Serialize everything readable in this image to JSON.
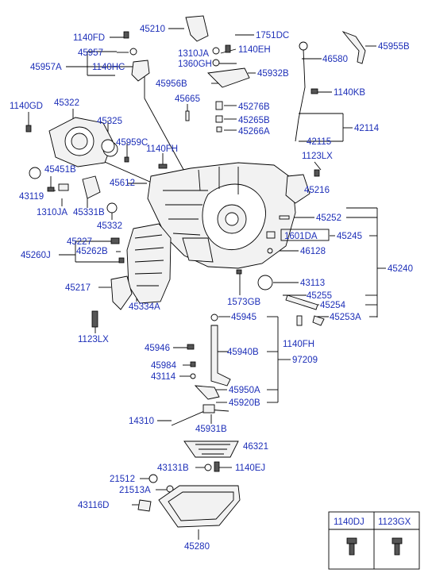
{
  "labels": {
    "l45210": "45210",
    "l1751DC": "1751DC",
    "l1140FD": "1140FD",
    "l45957": "45957",
    "l45957A": "45957A",
    "l1140HC": "1140HC",
    "l1310JA_top": "1310JA",
    "l1140EH": "1140EH",
    "l1360GH": "1360GH",
    "l45932B": "45932B",
    "l45956B": "45956B",
    "l45955B": "45955B",
    "l46580": "46580",
    "l1140KB": "1140KB",
    "l45665": "45665",
    "l45276B": "45276B",
    "l45265B": "45265B",
    "l45266A": "45266A",
    "l42114": "42114",
    "l42115": "42115",
    "l1123LX_top": "1123LX",
    "l1140GD": "1140GD",
    "l45322": "45322",
    "l45325": "45325",
    "l45959C": "45959C",
    "l1140FH_top": "1140FH",
    "l45451B": "45451B",
    "l45612": "45612",
    "l45216": "45216",
    "l43119": "43119",
    "l1310JA_left": "1310JA",
    "l45331B": "45331B",
    "l45332": "45332",
    "l45252": "45252",
    "l1601DA": "1601DA",
    "l45245": "45245",
    "l45227": "45227",
    "l45262B": "45262B",
    "l45260J": "45260J",
    "l46128": "46128",
    "l45240": "45240",
    "l45217": "45217",
    "l43113": "43113",
    "l45255": "45255",
    "l45334A": "45334A",
    "l1573GB": "1573GB",
    "l45254": "45254",
    "l45253A": "45253A",
    "l1123LX_left": "1123LX",
    "l45945": "45945",
    "l1140FH_mid": "1140FH",
    "l45946": "45946",
    "l45940B": "45940B",
    "l45984": "45984",
    "l97209": "97209",
    "l43114": "43114",
    "l45950A": "45950A",
    "l45920B": "45920B",
    "l14310": "14310",
    "l45931B": "45931B",
    "l46321": "46321",
    "l43131B": "43131B",
    "l1140EJ": "1140EJ",
    "l21512": "21512",
    "l21513A": "21513A",
    "l43116D": "43116D",
    "l45280": "45280"
  },
  "legend": {
    "col1": "1140DJ",
    "col2": "1123GX"
  },
  "colors": {
    "label_blue": "#1d2fb8",
    "line_black": "#000000"
  }
}
